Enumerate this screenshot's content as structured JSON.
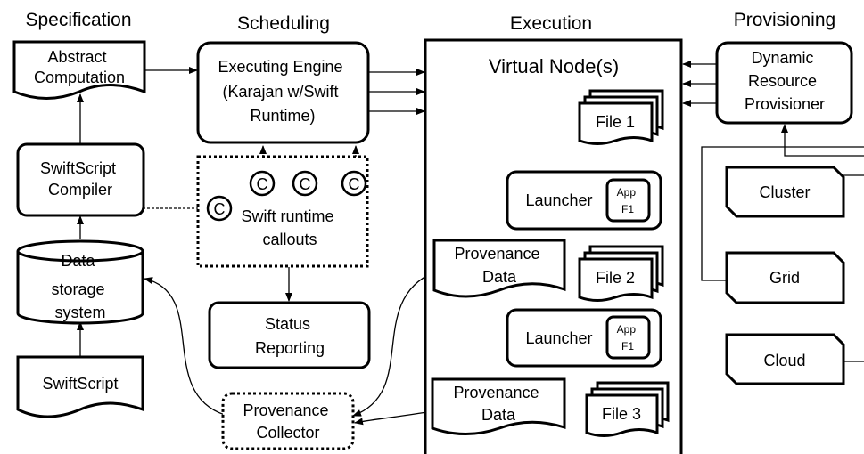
{
  "columns": {
    "specification": "Specification",
    "scheduling": "Scheduling",
    "execution": "Execution",
    "provisioning": "Provisioning"
  },
  "nodes": {
    "abstract_computation": [
      "Abstract",
      "Computation"
    ],
    "swiftscript_compiler": [
      "SwiftScript",
      "Compiler"
    ],
    "data_storage": [
      "Data",
      "storage",
      "system"
    ],
    "swiftscript": "SwiftScript",
    "executing_engine": [
      "Executing Engine",
      "(Karajan w/Swift",
      "Runtime)"
    ],
    "callouts": [
      "Swift runtime",
      "callouts"
    ],
    "callout_symbol": "C",
    "status_reporting": [
      "Status",
      "Reporting"
    ],
    "provenance_collector": [
      "Provenance",
      "Collector"
    ],
    "virtual_nodes": "Virtual Node(s)",
    "file1": "File 1",
    "file2": "File 2",
    "file3": "File 3",
    "launcher": "Launcher",
    "app": [
      "App",
      "F1"
    ],
    "provenance_data": [
      "Provenance",
      "Data"
    ],
    "dynamic_provisioner": [
      "Dynamic",
      "Resource",
      "Provisioner"
    ],
    "cluster": "Cluster",
    "grid": "Grid",
    "cloud": "Cloud"
  }
}
